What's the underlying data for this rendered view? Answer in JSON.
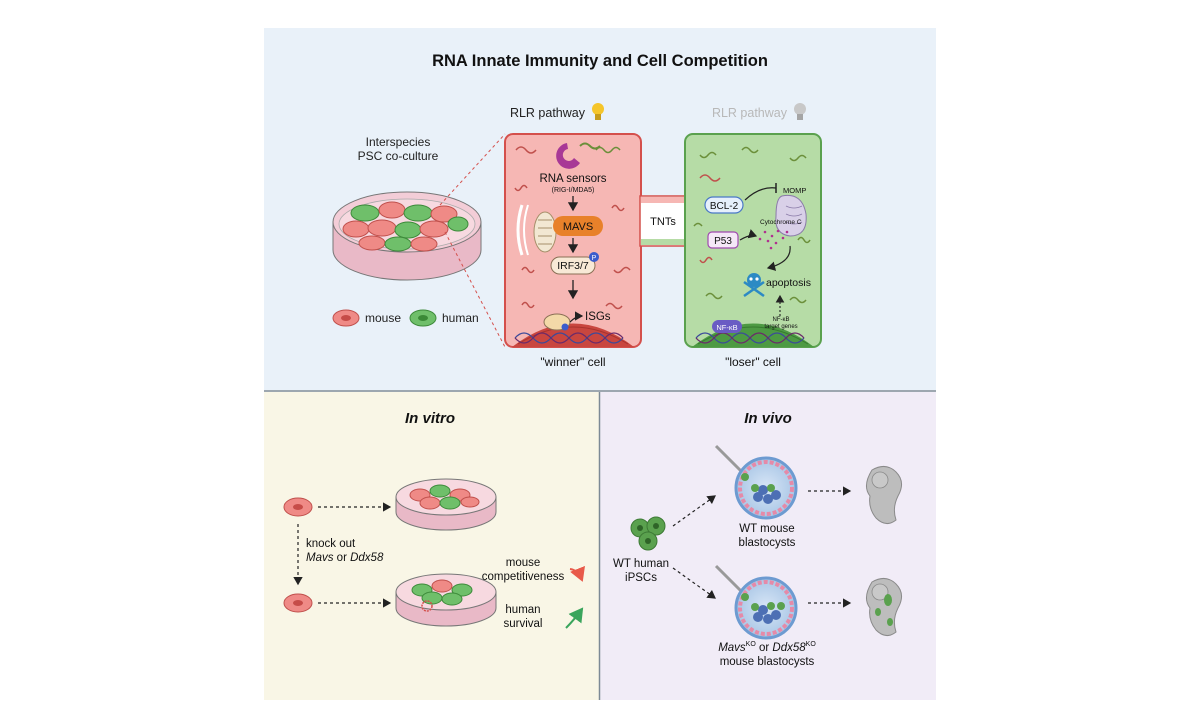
{
  "title": "RNA Innate Immunity and Cell Competition",
  "top": {
    "coculture_line1": "Interspecies",
    "coculture_line2": "PSC co-culture",
    "legend_mouse": "mouse",
    "legend_human": "human",
    "winner": {
      "header": "RLR pathway",
      "rna_sensors": "RNA sensors",
      "rna_sensors_sub": "(RIG-I/MDA5)",
      "mavs": "MAVS",
      "irf": "IRF3/7",
      "phospho": "P",
      "isgs": "ISGs",
      "caption": "\"winner\" cell"
    },
    "tnts": "TNTs",
    "loser": {
      "header": "RLR pathway",
      "bcl2": "BCL-2",
      "momp": "MOMP",
      "cytc": "Cytochrome C",
      "p53": "P53",
      "apoptosis": "apoptosis",
      "nfkb": "NF-κB",
      "nfkb_targets_1": "NF-κB",
      "nfkb_targets_2": "target genes",
      "caption": "\"loser\" cell"
    }
  },
  "invitro": {
    "title": "In vitro",
    "ko_line1": "knock out",
    "ko_gene1": "Mavs",
    "ko_or": " or ",
    "ko_gene2": "Ddx58",
    "mouse_comp_1": "mouse",
    "mouse_comp_2": "competitiveness",
    "human_surv_1": "human",
    "human_surv_2": "survival"
  },
  "invivo": {
    "title": "In vivo",
    "ipsc_1": "WT human",
    "ipsc_2": "iPSCs",
    "wt_1": "WT mouse",
    "wt_2": "blastocysts",
    "ko_gene1": "Mavs",
    "ko_sup1": "KO",
    "ko_or": " or ",
    "ko_gene2": "Ddx58",
    "ko_sup2": "KO",
    "ko_2": "mouse blastocysts"
  },
  "colors": {
    "top_bg": "#e9f1f9",
    "invitro_bg": "#f9f6e6",
    "invivo_bg": "#f1ecf7",
    "winner_fill": "#f6b7b4",
    "winner_border": "#d4504c",
    "loser_fill": "#b6dca6",
    "loser_border": "#5aa14e",
    "mavs": "#e8812a",
    "arrow_red": "#e85a4a",
    "arrow_green": "#3aa55c"
  }
}
